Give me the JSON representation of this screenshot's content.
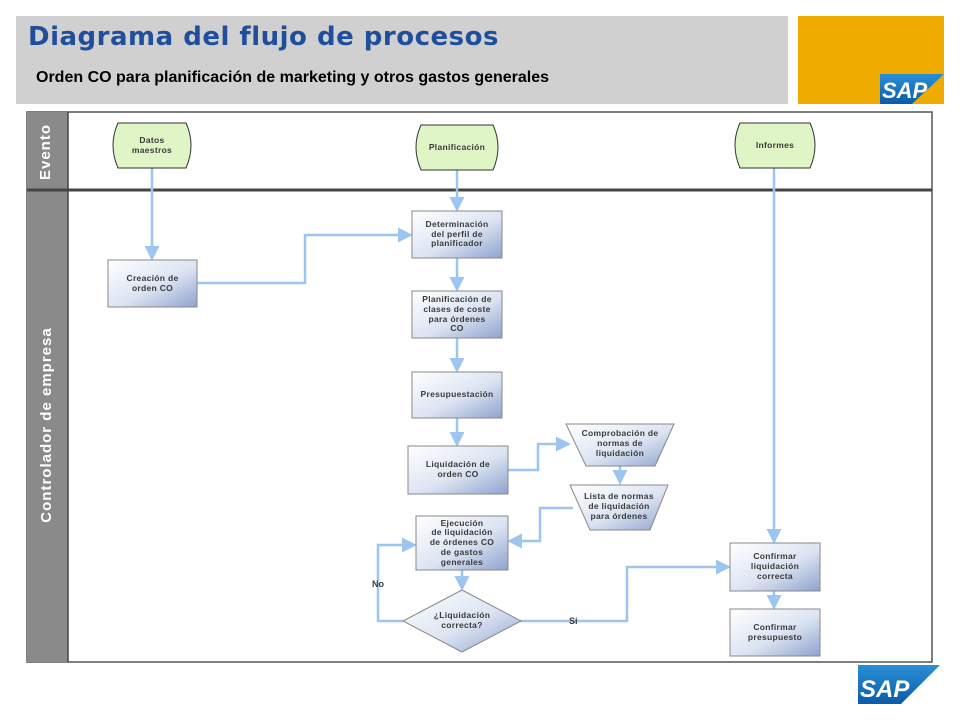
{
  "header": {
    "title": "Diagrama del flujo de procesos",
    "subtitle": "Orden CO para planificación de marketing y otros gastos generales"
  },
  "lanes": {
    "event": "Evento",
    "controller": "Controlador de empresa"
  },
  "nodes": {
    "datos_maestros": "Datos\nmaestros",
    "planificacion": "Planificación",
    "informes": "Informes",
    "creacion_orden": "Creación de\norden CO",
    "determinacion_perfil": "Determinación\ndel perfil de\nplanificador",
    "planificacion_clases": "Planificación de\nclases de coste\npara órdenes\nCO",
    "presupuestacion": "Presupuestación",
    "liquidacion_orden": "Liquidación de\norden CO",
    "comprobacion_normas": "Comprobación de\nnormas de\nliquidación",
    "lista_normas": "Lista de normas\nde liquidación\npara órdenes",
    "ejecucion_liquidacion": "Ejecución\nde liquidación\nde órdenes CO\nde gastos\ngenerales",
    "liquidacion_correcta": "¿Liquidación\ncorrecta?",
    "confirmar_liquidacion": "Confirmar\nliquidación\ncorrecta",
    "confirmar_presupuesto": "Confirmar\npresupuesto"
  },
  "edge_labels": {
    "no": "No",
    "si": "Sí"
  },
  "logos": {
    "header": "SAP",
    "footer": "SAP"
  },
  "colors": {
    "title_blue": "#1f4f9c",
    "lane_bar": "#8a8a8a",
    "connector": "#9cc6f0",
    "event_green": "#dff5c6",
    "logo_gold": "#f0ab00"
  }
}
